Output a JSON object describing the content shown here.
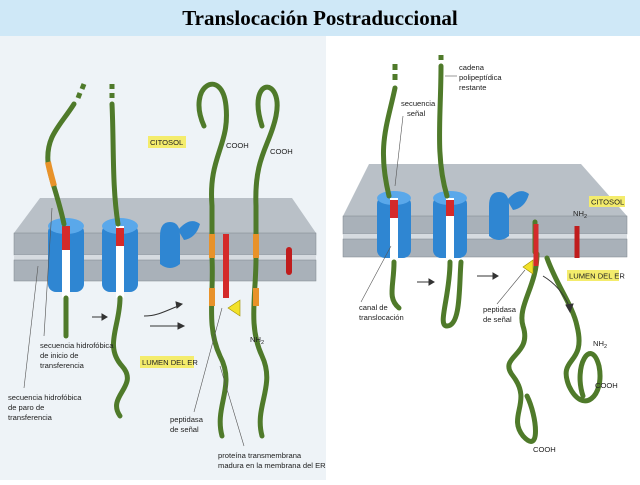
{
  "title": "Translocación Postraduccional",
  "left": {
    "citosol": "CITOSOL",
    "lumen": "LUMEN DEL ER",
    "cooh_1": "COOH",
    "cooh_2": "COOH",
    "nh2": "NH",
    "nh2_sub": "2",
    "label_seq_inicio": [
      "secuencia hidrofóbica",
      "de inicio de",
      "transferencia"
    ],
    "label_seq_paro": [
      "secuencia hidrofóbica",
      "de paro de",
      "transferencia"
    ],
    "label_peptidasa": [
      "peptidasa",
      "de señal"
    ],
    "label_proteina": [
      "proteína transmembrana",
      "madura en la membrana del ER"
    ]
  },
  "right": {
    "citosol": "CITOSOL",
    "lumen": "LUMEN DEL ER",
    "nh2_top": "NH",
    "nh2_top_sub": "2",
    "nh2_bottom": "NH",
    "nh2_bottom_sub": "2",
    "cooh_1": "COOH",
    "cooh_2": "COOH",
    "label_cadena": [
      "cadena",
      "polipeptídica",
      "restante"
    ],
    "label_secuencia": [
      "secuencia",
      "señal"
    ],
    "label_canal": [
      "canal de",
      "translocación"
    ],
    "label_peptidasa": [
      "peptidasa",
      "de señal"
    ]
  },
  "colors": {
    "title_bg": "#cfe8f7",
    "membrane": "#a9b1b9",
    "chain": "#4f7a2a",
    "channel": "#2f86d2",
    "signal_red": "#d42a2a",
    "orange_segment": "#e8922a",
    "tag_yellow": "#f4ec6c",
    "peptidase_yellow": "#f2e12a"
  }
}
